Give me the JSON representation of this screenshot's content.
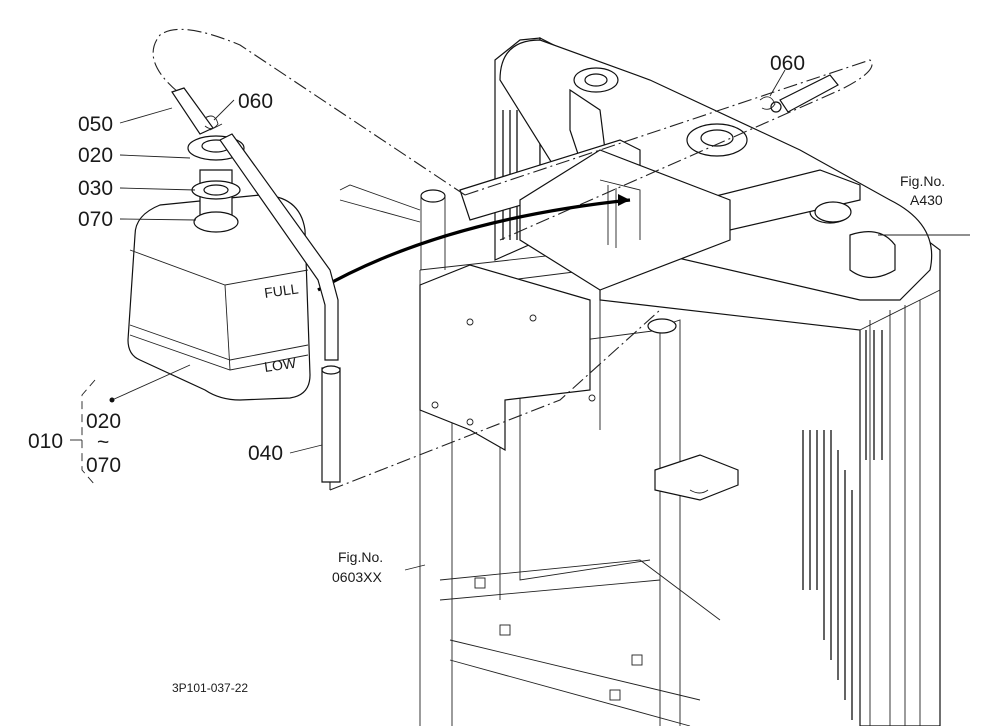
{
  "labels": {
    "p050": "050",
    "p020": "020",
    "p030": "030",
    "p070": "070",
    "p060_left": "060",
    "p060_right": "060",
    "p040": "040",
    "p010": "010",
    "range_start": "020",
    "range_tilde": "~",
    "range_end": "070",
    "tank_full": "FULL",
    "tank_low": "LOW"
  },
  "references": {
    "a430_line1": "Fig.No.",
    "a430_line2": "A430",
    "f0603_line1": "Fig.No.",
    "f0603_line2": "0603XX"
  },
  "drawing_code": "3P101-037-22"
}
